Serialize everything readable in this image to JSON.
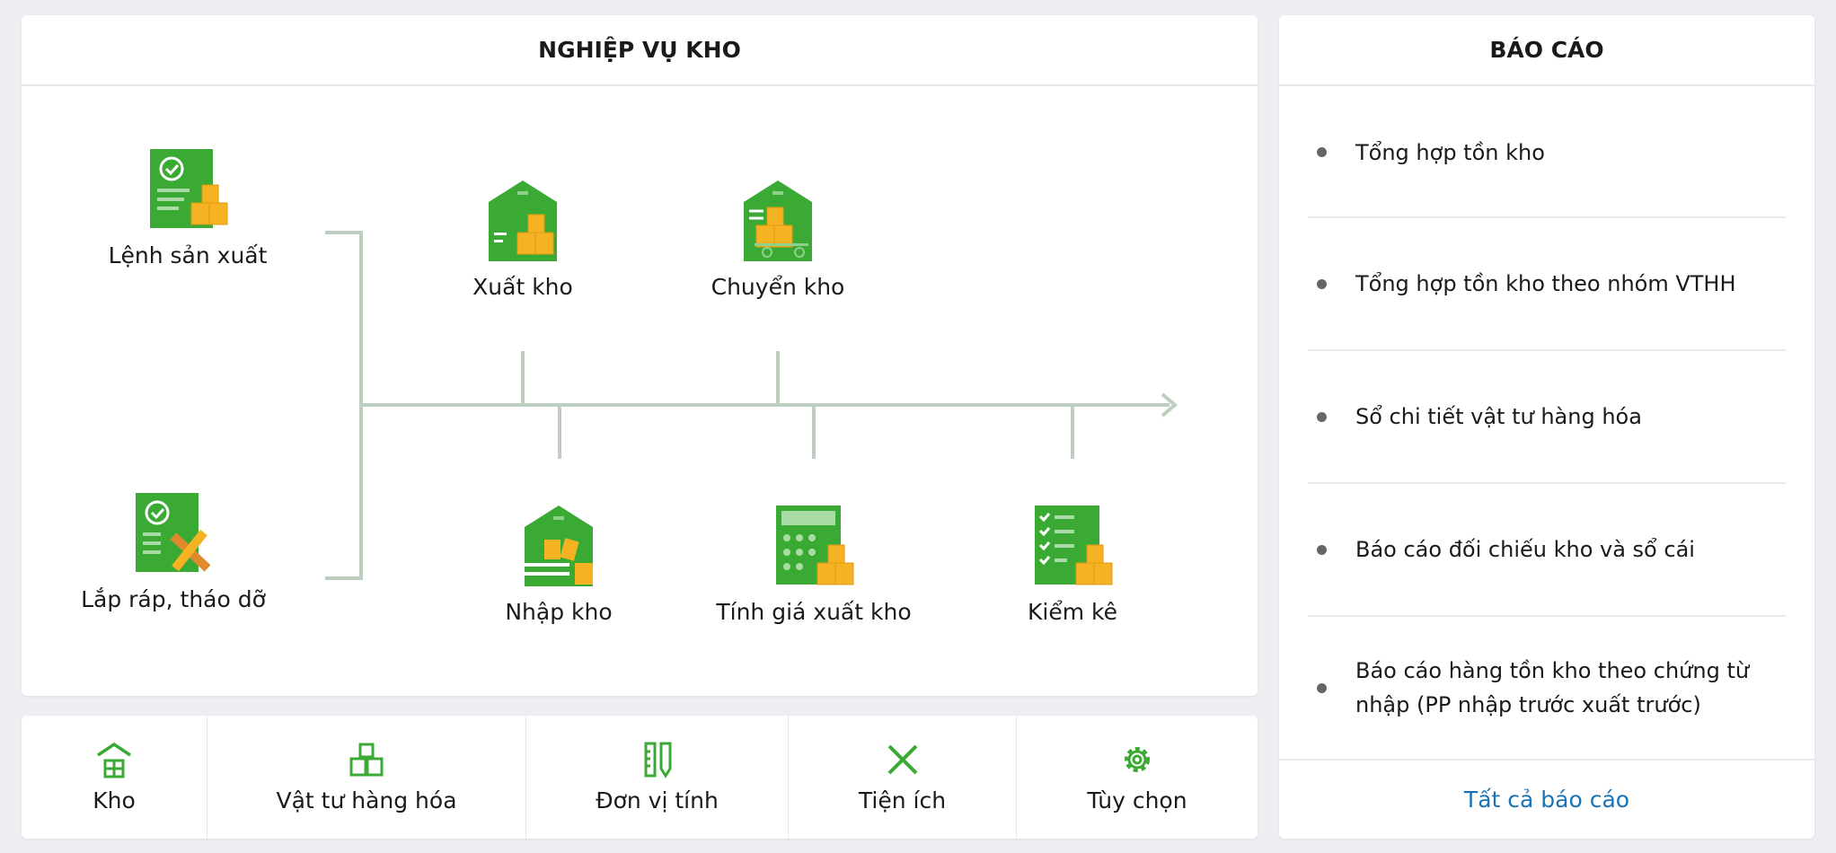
{
  "main": {
    "title": "NGHIỆP VỤ KHO",
    "nodes": {
      "production_order": "Lệnh sản xuất",
      "assembly": "Lắp ráp, tháo dỡ",
      "export": "Xuất kho",
      "transfer": "Chuyển kho",
      "import": "Nhập kho",
      "costing": "Tính giá xuất kho",
      "inventory_check": "Kiểm kê"
    }
  },
  "bottom": {
    "items": [
      {
        "label": "Kho",
        "icon": "warehouse-icon"
      },
      {
        "label": "Vật tư hàng hóa",
        "icon": "boxes-icon"
      },
      {
        "label": "Đơn vị tính",
        "icon": "ruler-pencil-icon"
      },
      {
        "label": "Tiện ích",
        "icon": "tools-icon"
      },
      {
        "label": "Tùy chọn",
        "icon": "gear-icon"
      }
    ]
  },
  "report": {
    "title": "BÁO CÁO",
    "items": [
      "Tổng hợp tồn kho",
      "Tổng hợp tồn kho theo nhóm VTHH",
      "Sổ chi tiết vật tư hàng hóa",
      "Báo cáo đối chiếu kho và sổ cái",
      "Báo cáo hàng tồn kho theo chứng từ nhập (PP nhập trước xuất trước)"
    ],
    "all_label": "Tất cả báo cáo"
  },
  "colors": {
    "green": "#3aaa35",
    "orange": "#f5b324",
    "link": "#1a73b5",
    "line": "#bfcfbf"
  }
}
